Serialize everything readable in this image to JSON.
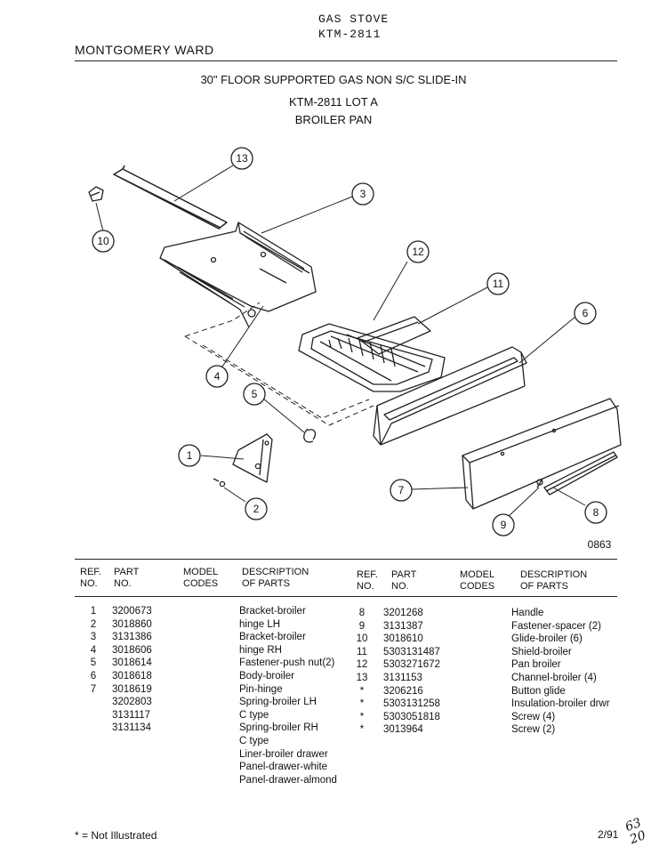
{
  "header": {
    "title_line1": "GAS STOVE",
    "title_line2": "KTM-2811",
    "brand": "MONTGOMERY WARD"
  },
  "titles": {
    "line1": "30\" FLOOR SUPPORTED GAS NON S/C SLIDE-IN",
    "line2": "KTM-2811 LOT A",
    "line3": "BROILER PAN"
  },
  "diagram": {
    "callouts": [
      "1",
      "2",
      "3",
      "4",
      "5",
      "6",
      "7",
      "8",
      "9",
      "10",
      "11",
      "12",
      "13"
    ],
    "figure_code": "0863"
  },
  "table": {
    "headers": {
      "ref": "REF.\nNO.",
      "part": "PART\nNO.",
      "model": "MODEL\nCODES",
      "desc": "DESCRIPTION\nOF PARTS"
    },
    "left": {
      "ref": [
        "1",
        "",
        "",
        "",
        "2",
        "3",
        "4",
        "5",
        "",
        "",
        "",
        "6",
        "7",
        ""
      ],
      "part": [
        "3200673",
        "",
        "3018860",
        "",
        "3131386",
        "3018606",
        "3018614",
        "3018618",
        "",
        "3018619",
        "",
        "3202803",
        "3131117",
        "3131134"
      ],
      "desc": [
        "Bracket-broiler",
        "hinge LH",
        "Bracket-broiler",
        "hinge RH",
        "Fastener-push nut(2)",
        "Body-broiler",
        "Pin-hinge",
        "Spring-broiler LH",
        "C type",
        "Spring-broiler RH",
        "C type",
        "Liner-broiler drawer",
        "Panel-drawer-white",
        "Panel-drawer-almond"
      ]
    },
    "right": {
      "ref": [
        "8",
        "9",
        "10",
        "11",
        "12",
        "13",
        "",
        "*",
        "*",
        "*",
        "*"
      ],
      "part": [
        "3201268",
        "3131387",
        "3018610",
        "5303131487",
        "5303271672",
        "3131153",
        "",
        "3206216",
        "5303131258",
        "5303051818",
        "3013964"
      ],
      "desc": [
        "Handle",
        "Fastener-spacer (2)",
        "Glide-broiler (6)",
        "Shield-broiler",
        "Pan broiler",
        "Channel-broiler (4)",
        "",
        "Button glide",
        "Insulation-broiler drwr",
        "Screw (4)",
        "Screw (2)"
      ]
    }
  },
  "footer": {
    "note": "* = Not Illustrated",
    "date": "2/91",
    "handwritten": "63\n20"
  }
}
